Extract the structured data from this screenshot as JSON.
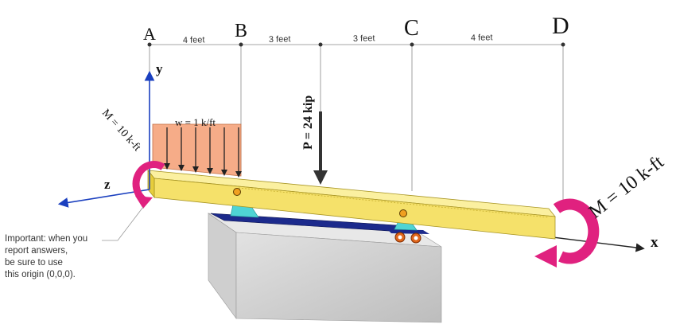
{
  "points": {
    "a": "A",
    "b": "B",
    "c": "C",
    "d": "D"
  },
  "dimensions": {
    "ab": "4 feet",
    "bp": "3 feet",
    "pc": "3 feet",
    "cd": "4 feet"
  },
  "axes": {
    "x": "x",
    "y": "y",
    "z": "z"
  },
  "loads": {
    "distributed": "w = 1 k/ft",
    "point": "P = 24 kip",
    "moment_left": "M = 10 k-ft",
    "moment_right": "M = 10 k-ft"
  },
  "note": {
    "lines": [
      "Important: when you",
      "report answers,",
      "be sure to use",
      "this origin (0,0,0)."
    ]
  },
  "colors": {
    "beam": "#f5e16a",
    "distributed_load": "#f6a882",
    "moment_arrow": "#e0217f",
    "support": "#4fd4d4",
    "plate": "#1c2a8c",
    "axis": "#1a3fbf",
    "concrete": "#d6d6d6"
  }
}
